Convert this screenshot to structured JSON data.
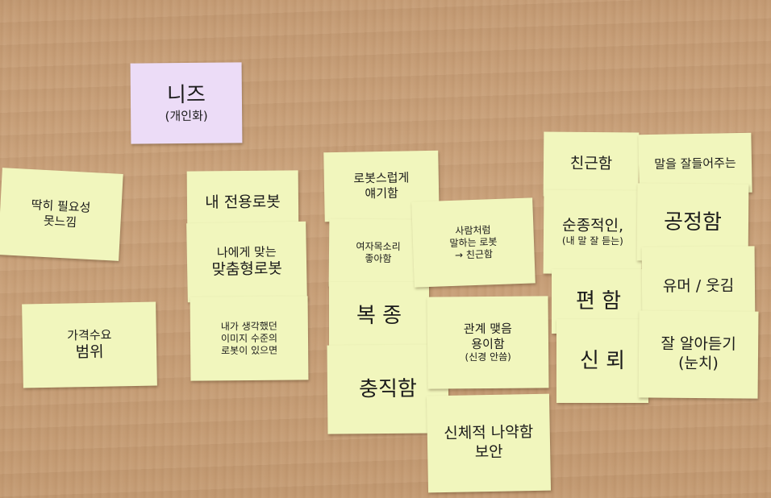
{
  "notes": {
    "needs_title": {
      "line1": "니즈",
      "line2": "(개인화)"
    },
    "special_need": {
      "line1": "딱히 필요성",
      "line2": "못느낌"
    },
    "price_range": {
      "line1": "가격수요",
      "line2": "범위"
    },
    "my_robot": {
      "line1": "내 전용로봇"
    },
    "custom_robot": {
      "line1": "나에게 맞는",
      "line2": "맞춤형로봇"
    },
    "imagine_robot": {
      "line1": "내가 생각했던",
      "line2": "이미지 수준의",
      "line3": "로봇이 있으면"
    },
    "cute_talk": {
      "line1": "로봇스럽게",
      "line2": "얘기함"
    },
    "female_voice": {
      "line1": "여자목소리",
      "line2": "좋아함"
    },
    "human_like": {
      "line1": "사람처럼",
      "line2": "말하는 로봇",
      "line3": "→ 친근함"
    },
    "obedience": {
      "line1": "복 종"
    },
    "loyal": {
      "line1": "충직함"
    },
    "easy_relation": {
      "line1": "관계 맺음",
      "line2": "용이함",
      "line3": "(신경 안씀)"
    },
    "weak_body": {
      "line1": "신체적 나약함",
      "line2": "보안"
    },
    "friendly": {
      "line1": "친근함"
    },
    "good_listener": {
      "line1": "말을 잘들어주는"
    },
    "submissive": {
      "line1": "순종적인,",
      "line2": "(내 말 잘 듣는)"
    },
    "fair": {
      "line1": "공정함"
    },
    "comfort": {
      "line1": "편 함"
    },
    "humor": {
      "line1": "유머 / 웃김"
    },
    "trust": {
      "line1": "신 뢰"
    },
    "understand": {
      "line1": "잘 알아듣기",
      "line2": "(눈치)"
    }
  },
  "colors": {
    "note_yellow": "#f1f6bd",
    "note_purple": "#ecdcf7",
    "table_wood": "#c49b74",
    "ink": "#1b1b1b"
  }
}
